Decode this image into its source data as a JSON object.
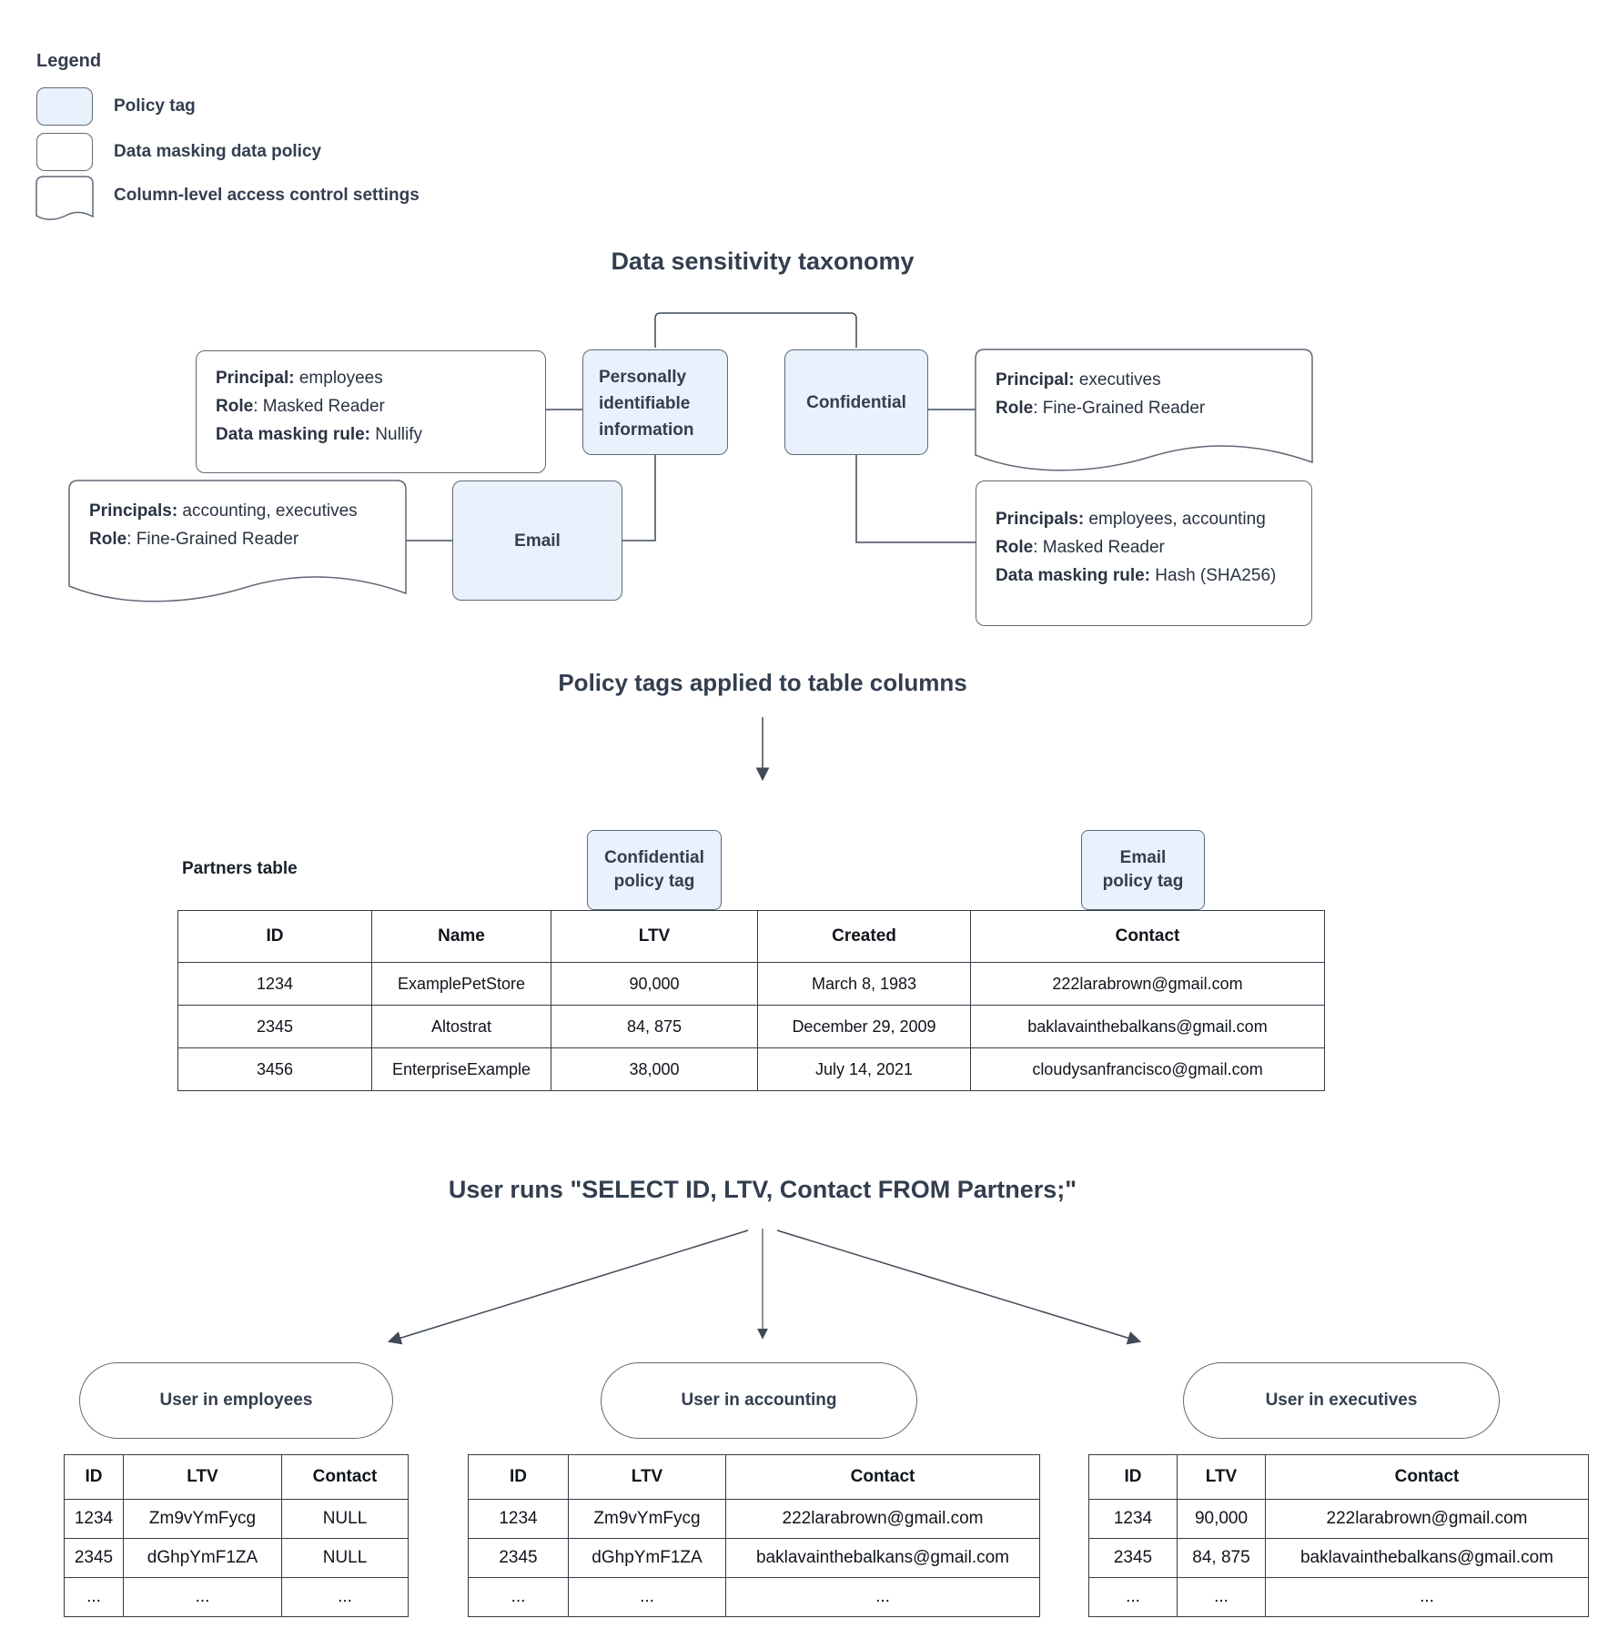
{
  "colors": {
    "policy_tag_fill": "#e8f1fc",
    "shape_border": "#5f6975",
    "heading_text": "#333e4f",
    "connector_line": "#3f4a57",
    "table_border": "#343b45"
  },
  "legend": {
    "title": "Legend",
    "items": [
      {
        "swatch": "policy-tag-swatch",
        "label": "Policy tag"
      },
      {
        "swatch": "data-masking-policy-swatch",
        "label": "Data masking data policy"
      },
      {
        "swatch": "column-access-control-swatch",
        "label": "Column-level access control settings"
      }
    ]
  },
  "taxonomy": {
    "title": "Data sensitivity taxonomy",
    "nodes": {
      "pii": "Personally identifiable information",
      "confidential": "Confidential",
      "email": "Email"
    },
    "policies": {
      "nullify": {
        "lines": [
          {
            "b": "Principal:",
            "r": " employees"
          },
          {
            "b": "Role",
            "r": ": Masked Reader"
          },
          {
            "b": "Data masking rule:",
            "r": " Nullify"
          }
        ]
      },
      "email_access": {
        "lines": [
          {
            "b": "Principals:",
            "r": " accounting, executives"
          },
          {
            "b": "Role",
            "r": ": Fine-Grained Reader"
          }
        ]
      },
      "confidential_access": {
        "lines": [
          {
            "b": "Principal:",
            "r": " executives"
          },
          {
            "b": "Role",
            "r": ": Fine-Grained Reader"
          }
        ]
      },
      "hash": {
        "lines": [
          {
            "b": "Principals:",
            "r": " employees, accounting"
          },
          {
            "b": "Role",
            "r": ": Masked Reader"
          },
          {
            "b": "Data masking rule:",
            "r": " Hash (SHA256)"
          }
        ]
      }
    }
  },
  "policy_section": {
    "title": "Policy tags applied to table columns",
    "partners_label": "Partners table",
    "tags": {
      "confidential": {
        "line1": "Confidential",
        "line2": "policy tag"
      },
      "email": {
        "line1": "Email",
        "line2": "policy tag"
      }
    },
    "table": {
      "headers": [
        "ID",
        "Name",
        "LTV",
        "Created",
        "Contact"
      ],
      "rows": [
        [
          "1234",
          "ExamplePetStore",
          "90,000",
          "March 8, 1983",
          "222larabrown@gmail.com"
        ],
        [
          "2345",
          "Altostrat",
          "84, 875",
          "December 29, 2009",
          "baklavainthebalkans@gmail.com"
        ],
        [
          "3456",
          "EnterpriseExample",
          "38,000",
          "July 14, 2021",
          "cloudysanfrancisco@gmail.com"
        ]
      ]
    }
  },
  "query_section": {
    "title": "User runs \"SELECT ID, LTV, Contact FROM Partners;\"",
    "results": [
      {
        "oval": "User in employees",
        "table": {
          "headers": [
            "ID",
            "LTV",
            "Contact"
          ],
          "rows": [
            [
              "1234",
              "Zm9vYmFycg",
              "NULL"
            ],
            [
              "2345",
              "dGhpYmF1ZA",
              "NULL"
            ],
            [
              "...",
              "...",
              "..."
            ]
          ]
        }
      },
      {
        "oval": "User in accounting",
        "table": {
          "headers": [
            "ID",
            "LTV",
            "Contact"
          ],
          "rows": [
            [
              "1234",
              "Zm9vYmFycg",
              "222larabrown@gmail.com"
            ],
            [
              "2345",
              "dGhpYmF1ZA",
              "baklavainthebalkans@gmail.com"
            ],
            [
              "...",
              "...",
              "..."
            ]
          ]
        }
      },
      {
        "oval": "User in executives",
        "table": {
          "headers": [
            "ID",
            "LTV",
            "Contact"
          ],
          "rows": [
            [
              "1234",
              "90,000",
              "222larabrown@gmail.com"
            ],
            [
              "2345",
              "84, 875",
              "baklavainthebalkans@gmail.com"
            ],
            [
              "...",
              "...",
              "..."
            ]
          ]
        }
      }
    ]
  }
}
